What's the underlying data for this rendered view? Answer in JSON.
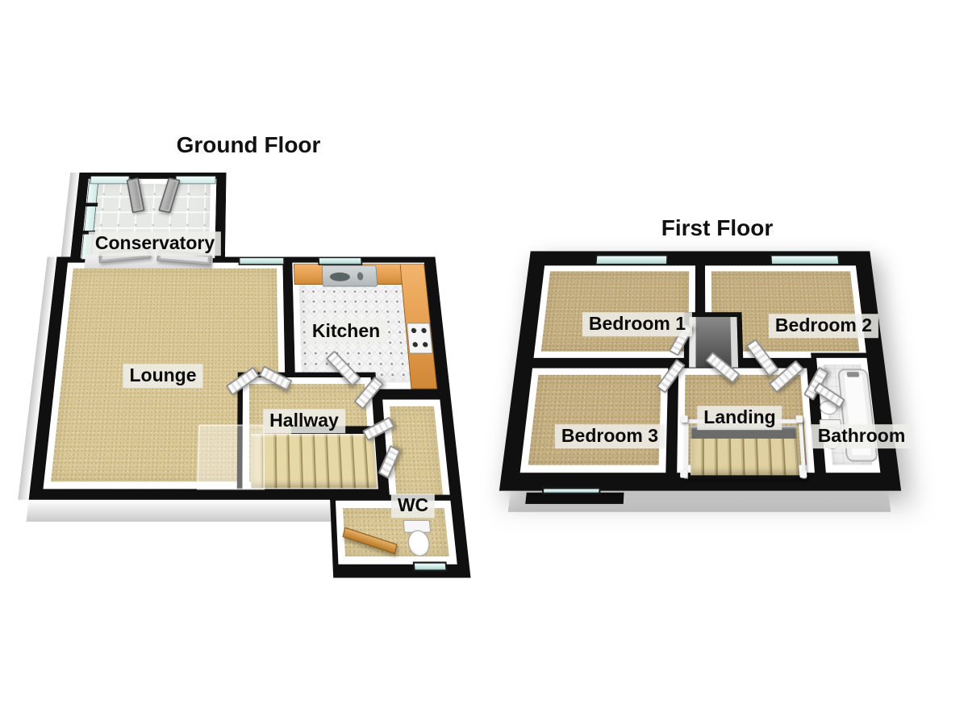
{
  "floors": [
    {
      "id": "ground-floor",
      "title": "Ground Floor",
      "rooms": [
        {
          "name": "Conservatory"
        },
        {
          "name": "Lounge"
        },
        {
          "name": "Kitchen"
        },
        {
          "name": "Hallway"
        },
        {
          "name": "WC"
        }
      ]
    },
    {
      "id": "first-floor",
      "title": "First Floor",
      "rooms": [
        {
          "name": "Bedroom 1"
        },
        {
          "name": "Bedroom 2"
        },
        {
          "name": "Bedroom 3"
        },
        {
          "name": "Landing"
        },
        {
          "name": "Bathroom"
        }
      ]
    }
  ],
  "colors": {
    "wall": "#101010",
    "carpet-ground": "#d9c795",
    "carpet-first": "#c7b183",
    "glass": "#cdeae6",
    "worktop": "#e39b4d",
    "tile-light": "#f4f4f4",
    "conservatory-floor": "#e7e9e6",
    "stair-wood": "#d8c492"
  }
}
